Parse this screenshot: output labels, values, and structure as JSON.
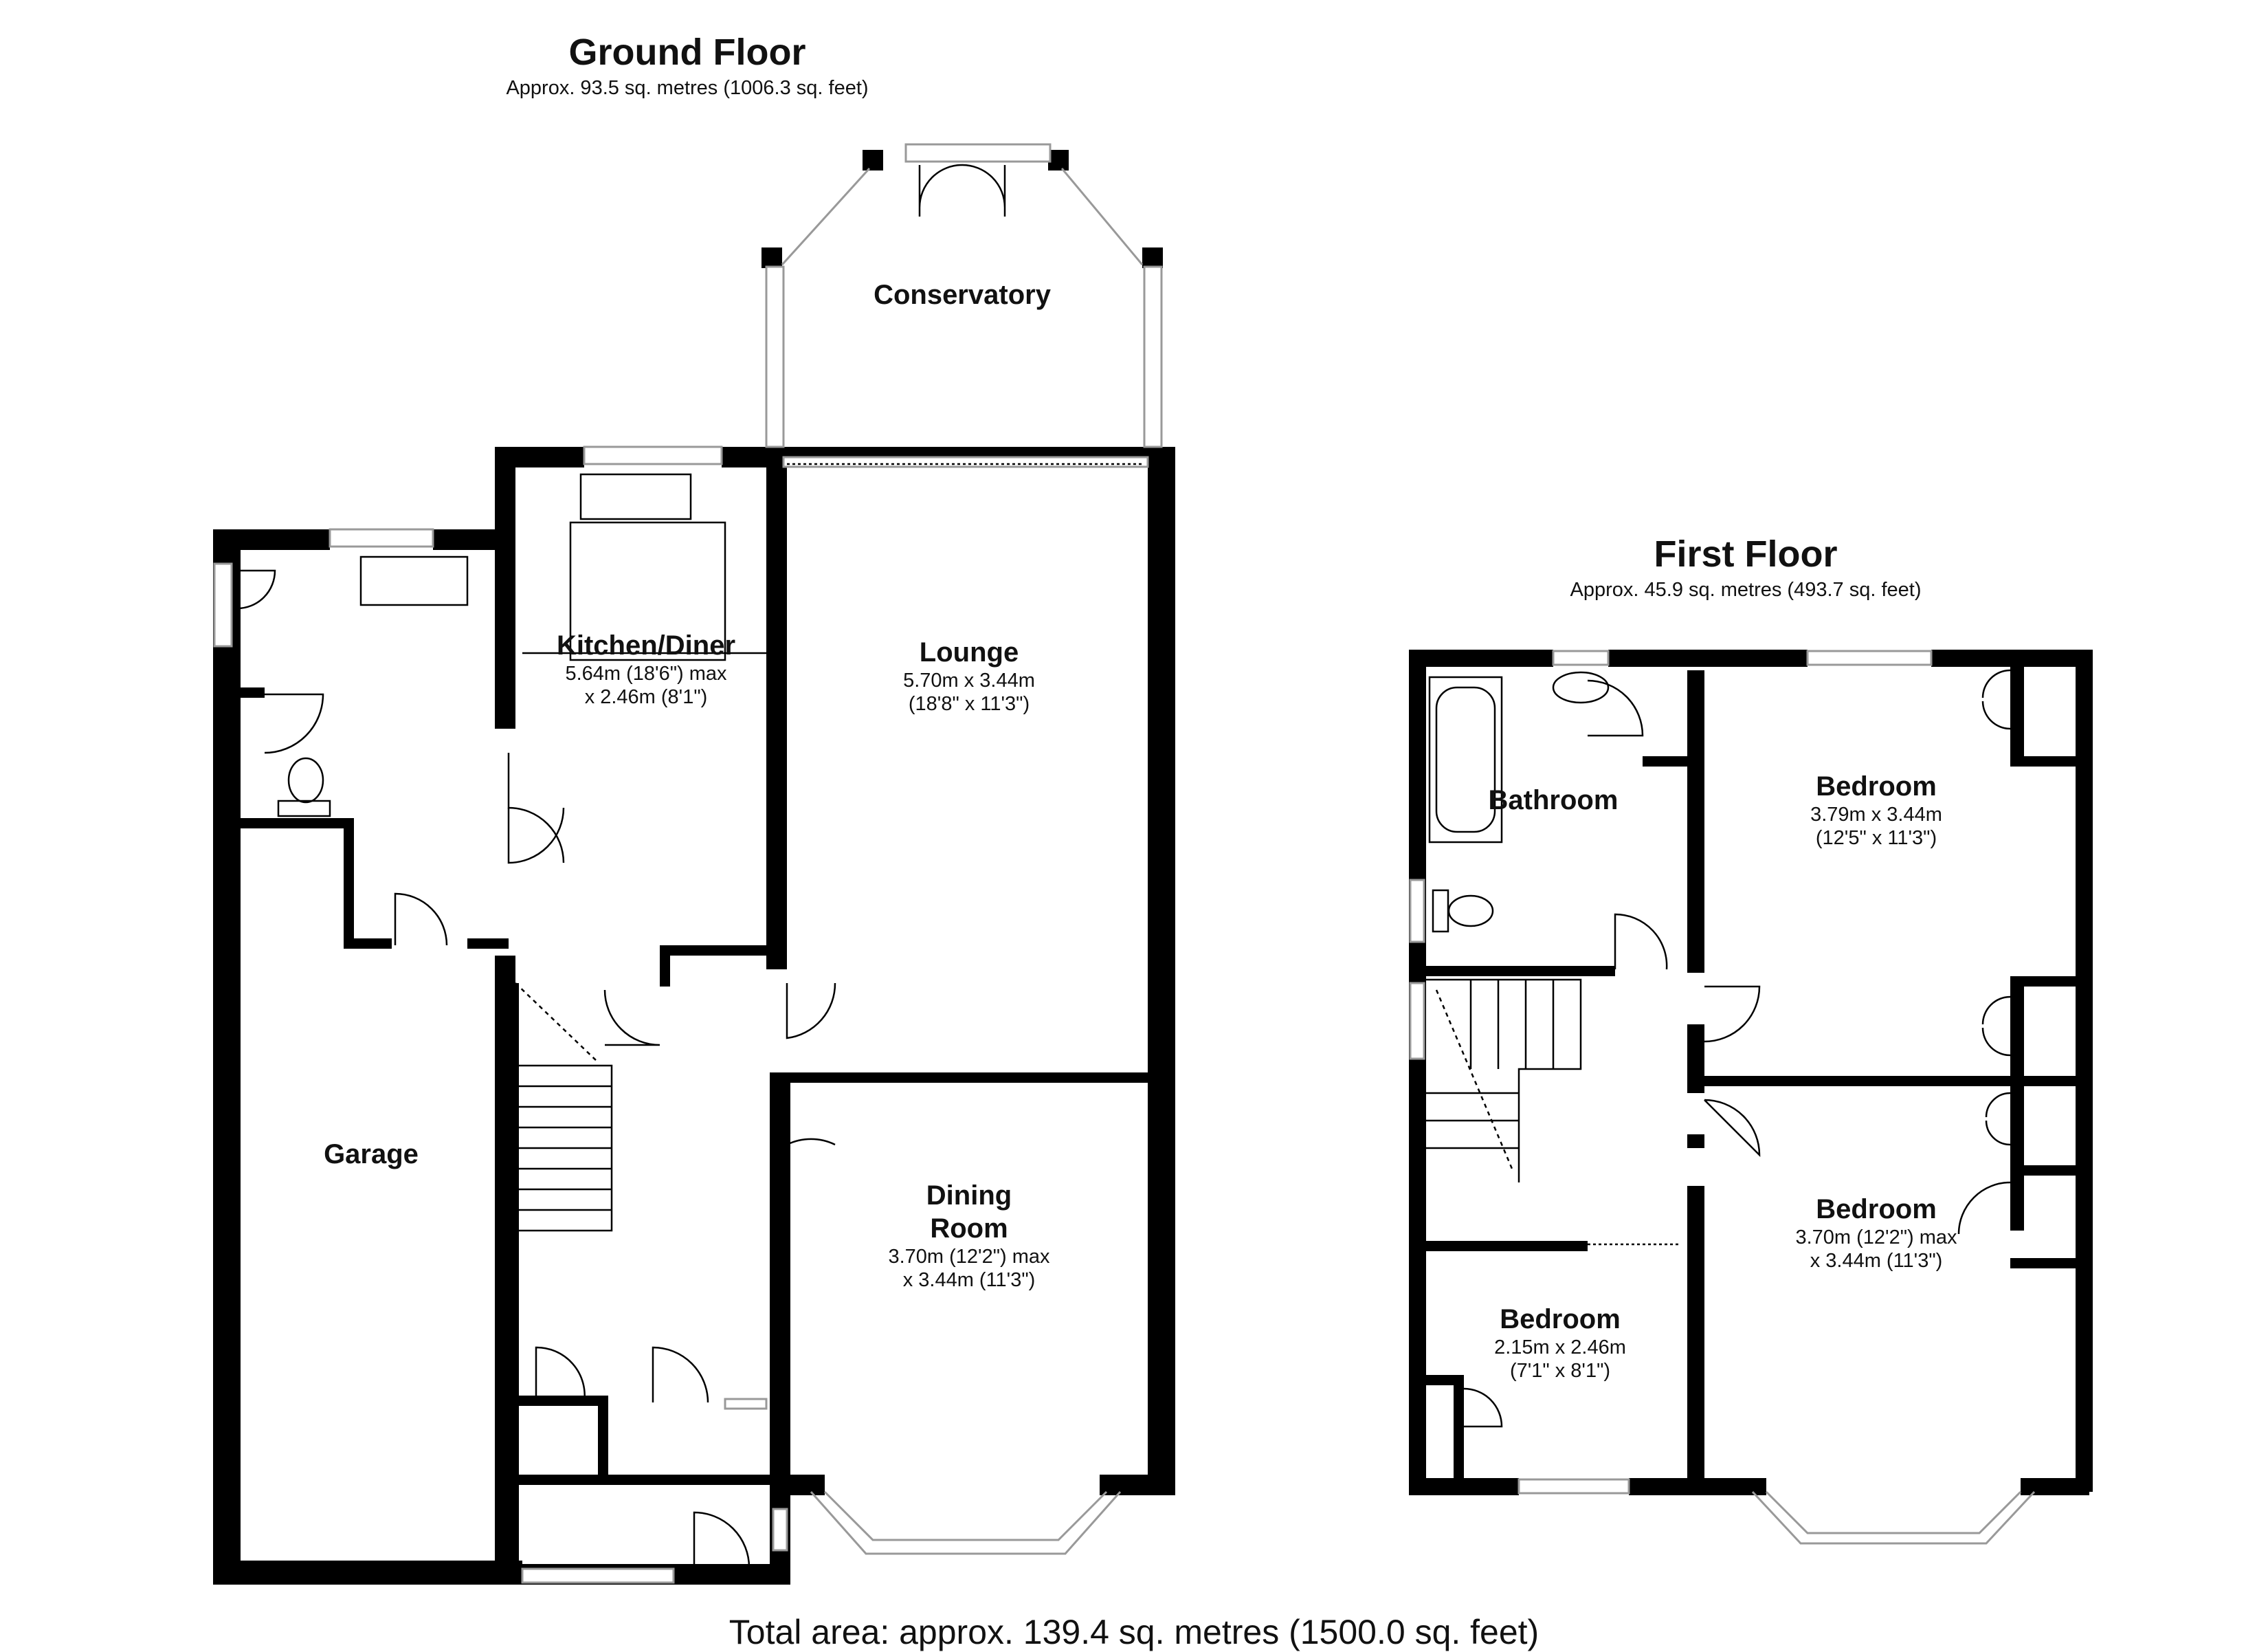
{
  "ground_floor": {
    "title": "Ground Floor",
    "area": "Approx. 93.5 sq. metres (1006.3 sq. feet)"
  },
  "first_floor": {
    "title": "First Floor",
    "area": "Approx. 45.9 sq. metres (493.7 sq. feet)"
  },
  "total_area": "Total area: approx. 139.4 sq. metres (1500.0 sq. feet)",
  "rooms": {
    "conservatory": {
      "name": "Conservatory"
    },
    "kitchen": {
      "name": "Kitchen/Diner",
      "dim1": "5.64m (18'6\") max",
      "dim2": "x 2.46m (8'1\")"
    },
    "lounge": {
      "name": "Lounge",
      "dim1": "5.70m x 3.44m",
      "dim2": "(18'8\" x 11'3\")"
    },
    "garage": {
      "name": "Garage"
    },
    "dining": {
      "name1": "Dining",
      "name2": "Room",
      "dim1": "3.70m (12'2\") max",
      "dim2": "x 3.44m (11'3\")"
    },
    "bathroom": {
      "name": "Bathroom"
    },
    "bedroom_1": {
      "name": "Bedroom",
      "dim1": "3.79m x 3.44m",
      "dim2": "(12'5\" x 11'3\")"
    },
    "bedroom_2": {
      "name": "Bedroom",
      "dim1": "3.70m (12'2\") max",
      "dim2": "x 3.44m (11'3\")"
    },
    "bedroom_3": {
      "name": "Bedroom",
      "dim1": "2.15m x 2.46m",
      "dim2": "(7'1\" x 8'1\")"
    }
  },
  "colors": {
    "wall": "#000000",
    "window": "#bbbbbb",
    "fixture": "#555555"
  }
}
